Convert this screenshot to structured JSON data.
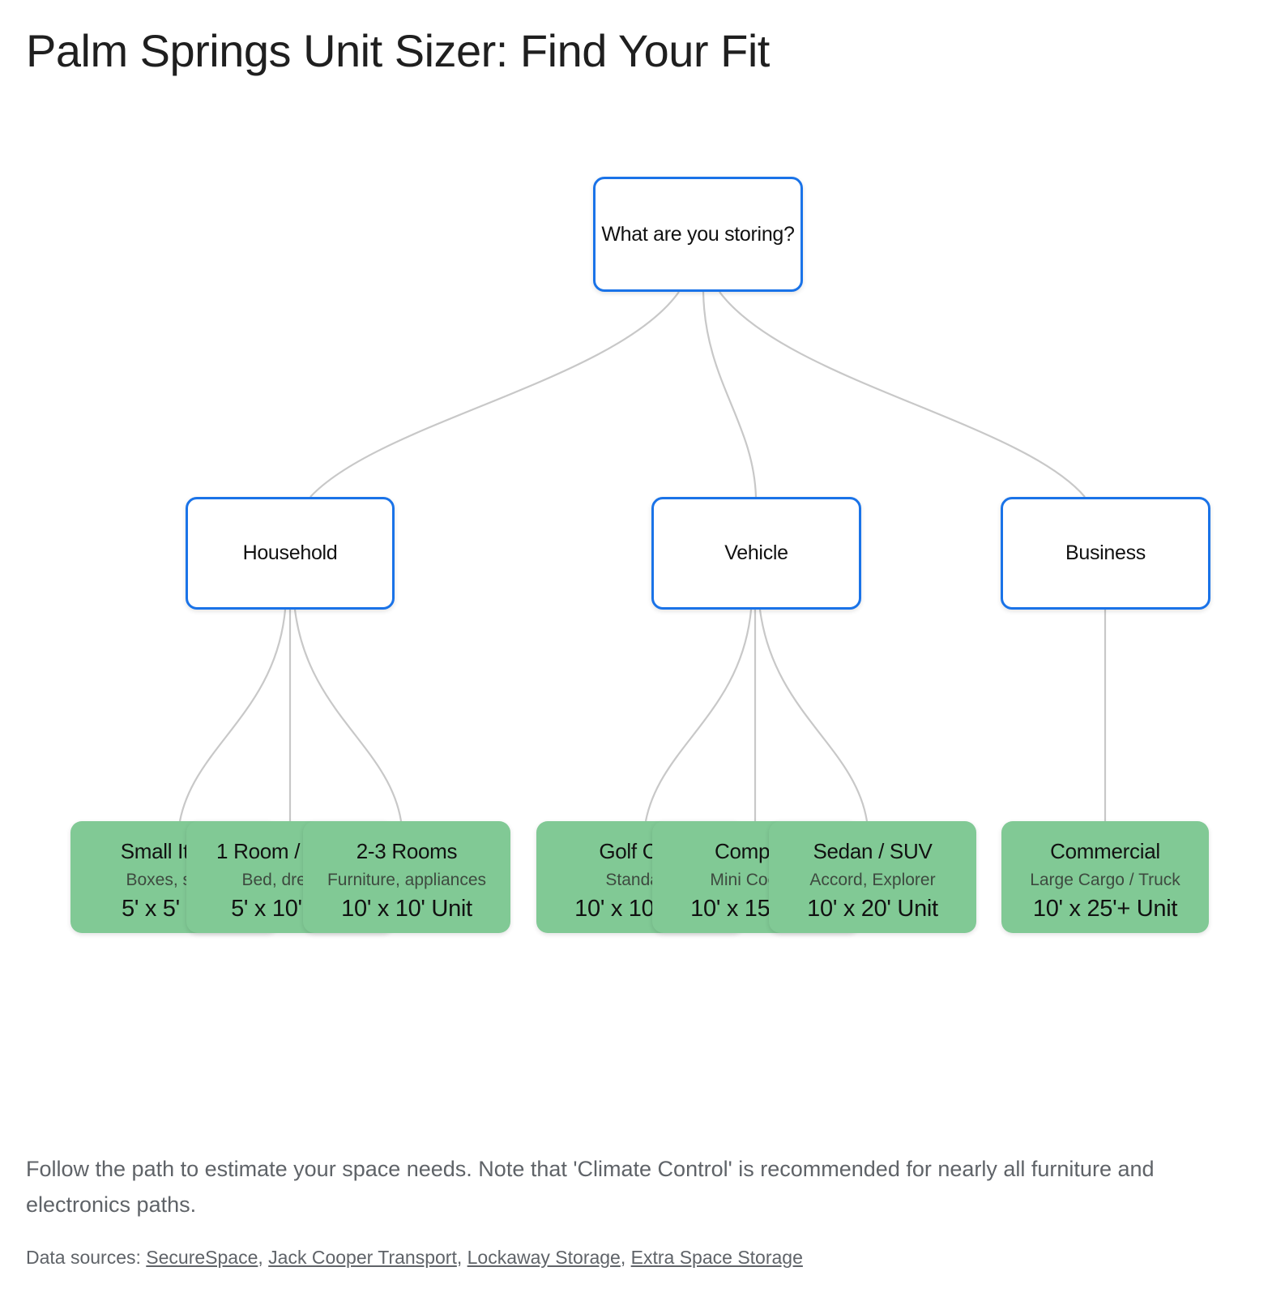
{
  "title": "Palm Springs Unit Sizer: Find Your Fit",
  "root": {
    "label": "What are you storing?"
  },
  "categories": [
    {
      "label": "Household"
    },
    {
      "label": "Vehicle"
    },
    {
      "label": "Business"
    }
  ],
  "leaves": [
    {
      "title": "Small Items",
      "subtitle": "Boxes, small",
      "size": "5' x 5' Unit"
    },
    {
      "title": "1 Room / Studio",
      "subtitle": "Bed, dresser",
      "size": "5' x 10' Unit"
    },
    {
      "title": "2-3 Rooms",
      "subtitle": "Furniture, appliances",
      "size": "10' x 10' Unit"
    },
    {
      "title": "Golf Cart",
      "subtitle": "Standard",
      "size": "10' x 10' Unit"
    },
    {
      "title": "Compact",
      "subtitle": "Mini Cooper",
      "size": "10' x 15' Unit"
    },
    {
      "title": "Sedan / SUV",
      "subtitle": "Accord, Explorer",
      "size": "10' x 20' Unit"
    },
    {
      "title": "Commercial",
      "subtitle": "Large Cargo / Truck",
      "size": "10' x 25'+ Unit"
    }
  ],
  "note": "Follow the path to estimate your space needs. Note that 'Climate Control' is recommended for nearly all furniture and electronics paths.",
  "sources": {
    "prefix": "Data sources: ",
    "links": [
      "SecureSpace",
      "Jack Cooper Transport",
      "Lockaway Storage",
      "Extra Space Storage"
    ]
  },
  "colors": {
    "node_border": "#1a73e8",
    "leaf_fill": "#81c995",
    "edge": "#c8c8c8"
  }
}
